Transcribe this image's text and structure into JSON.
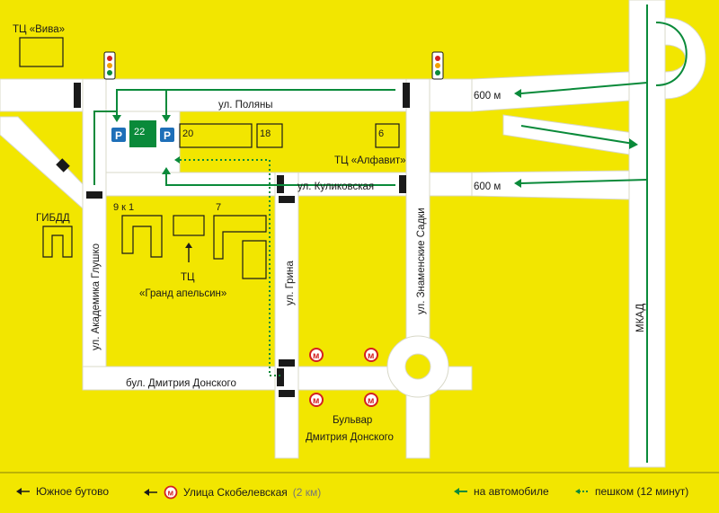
{
  "map": {
    "streets": {
      "polyany": "ул. Поляны",
      "kulikovskaya": "ул. Куликовская",
      "glushko": "ул. Академика Глушко",
      "grina": "ул. Грина",
      "znamenskie": "ул. Знаменские Садки",
      "donskogo": "бул. Дмитрия Донского",
      "mkad": "МКАД"
    },
    "places": {
      "viva": "ТЦ «Вива»",
      "gibdd": "ГИБДД",
      "alfavit": "ТЦ «Алфавит»",
      "grand_line1": "ТЦ",
      "grand_line2": "«Гранд апельсин»",
      "metro_line1": "Бульвар",
      "metro_line2": "Дмитрия Донского"
    },
    "buildings": {
      "b22": "22",
      "b20": "20",
      "b18": "18",
      "b6": "6",
      "b9k1": "9 к 1",
      "b7": "7"
    },
    "parking_label": "P",
    "metro_symbol": "м",
    "distances": {
      "top": "600 м",
      "mid": "600 м"
    }
  },
  "legend": {
    "yuzhnoe": "Южное бутово",
    "metro_name": "Улица Скобелевская",
    "metro_distance": "(2 км)",
    "by_car": "на автомобиле",
    "on_foot": "пешком (12 минут)"
  },
  "colors": {
    "background": "#f2e600",
    "route": "#0a8a3a",
    "metro": "#d42020",
    "parking": "#1e6fb8",
    "destination": "#0a8a3a"
  }
}
